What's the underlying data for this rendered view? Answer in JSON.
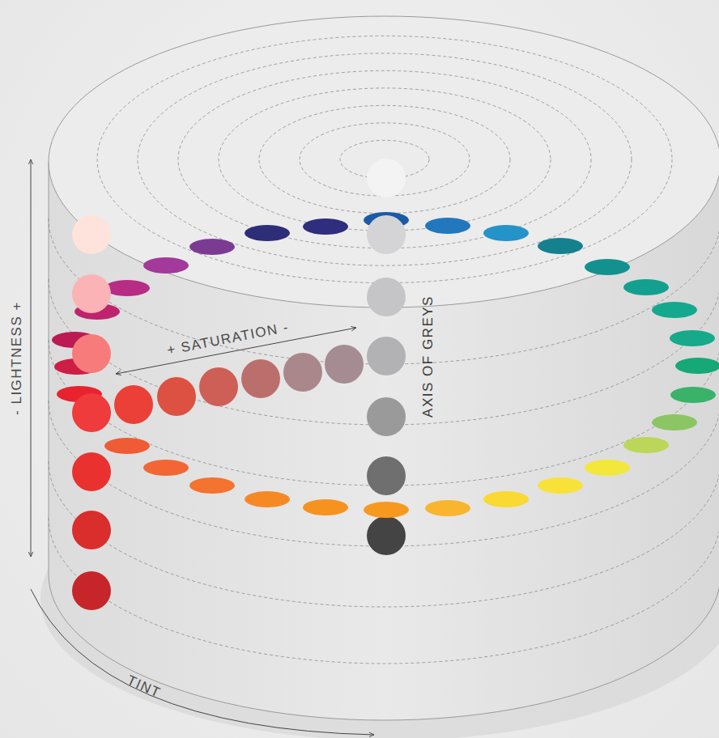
{
  "diagram": {
    "labels": [
      "- LIGHTNESS +",
      "+ SATURATION -",
      "AXIS OF GREYS",
      "TINT"
    ]
  }
}
